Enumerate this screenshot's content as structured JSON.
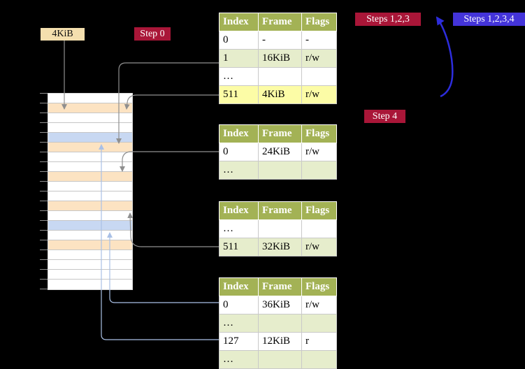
{
  "colors": {
    "background": "#000000",
    "olive-header": "#a3b255",
    "row-green": "#e6edcc",
    "row-highlight": "#fcfca6",
    "mem-peach": "#fce3c2",
    "mem-blue": "#c8d8f2",
    "box-tan": "#f4dfae",
    "badge-crimson": "#a91638",
    "badge-blue": "#4434d9",
    "arrow-gray": "#8f8f8f",
    "arrow-lightblue": "#a9c0e6",
    "arrow-blue": "#2d2ddd"
  },
  "labels": {
    "frame_box": "4KiB",
    "step0": "Step 0",
    "steps123": "Steps 1,2,3",
    "steps1234": "Steps 1,2,3,4",
    "step4": "Step 4"
  },
  "tables": [
    {
      "headers": [
        "Index",
        "Frame",
        "Flags"
      ],
      "rows": [
        {
          "cells": [
            "0",
            "-",
            "-"
          ],
          "style": "plain"
        },
        {
          "cells": [
            "1",
            "16KiB",
            "r/w"
          ],
          "style": "green"
        },
        {
          "cells": [
            "…",
            "",
            ""
          ],
          "style": "plain"
        },
        {
          "cells": [
            "511",
            "4KiB",
            "r/w"
          ],
          "style": "highlight"
        }
      ]
    },
    {
      "headers": [
        "Index",
        "Frame",
        "Flags"
      ],
      "rows": [
        {
          "cells": [
            "0",
            "24KiB",
            "r/w"
          ],
          "style": "plain"
        },
        {
          "cells": [
            "…",
            "",
            ""
          ],
          "style": "green"
        }
      ]
    },
    {
      "headers": [
        "Index",
        "Frame",
        "Flags"
      ],
      "rows": [
        {
          "cells": [
            "…",
            "",
            ""
          ],
          "style": "plain"
        },
        {
          "cells": [
            "511",
            "32KiB",
            "r/w"
          ],
          "style": "green"
        }
      ]
    },
    {
      "headers": [
        "Index",
        "Frame",
        "Flags"
      ],
      "rows": [
        {
          "cells": [
            "0",
            "36KiB",
            "r/w"
          ],
          "style": "plain"
        },
        {
          "cells": [
            "…",
            "",
            ""
          ],
          "style": "green"
        },
        {
          "cells": [
            "127",
            "12KiB",
            "r"
          ],
          "style": "plain"
        },
        {
          "cells": [
            "…",
            "",
            ""
          ],
          "style": "green"
        }
      ]
    }
  ],
  "memory": {
    "rows": [
      "white",
      "peach",
      "white",
      "white",
      "blue",
      "peach",
      "white",
      "white",
      "peach",
      "white",
      "white",
      "peach",
      "white",
      "blue",
      "white",
      "peach",
      "white",
      "white",
      "white",
      "white"
    ]
  }
}
